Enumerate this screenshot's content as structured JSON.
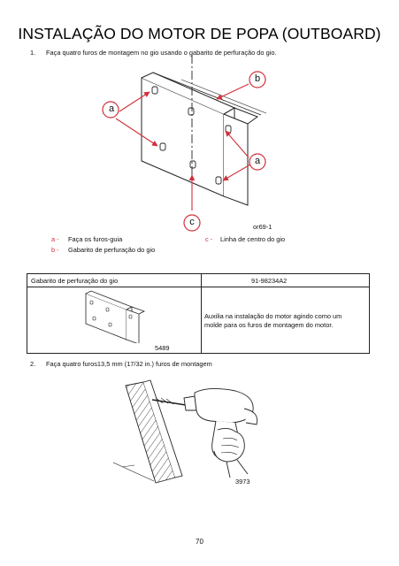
{
  "page": {
    "title": "INSTALAÇÃO DO MOTOR DE POPA (OUTBOARD)",
    "page_number": "70"
  },
  "step1": {
    "number": "1.",
    "text": "Faça quatro furos de montagem no gio usando o gabarito de perfuração do gio."
  },
  "figure1": {
    "callout_a_top": "a",
    "callout_b": "b",
    "callout_a_right": "a",
    "callout_c": "c",
    "ref_code": "or69-1"
  },
  "legend": {
    "a_key": "a -",
    "a_text": "Faça os furos-guia",
    "b_key": "b -",
    "b_text": "Gabarito de perfuração do gio",
    "c_key": "c -",
    "c_text": "Linha de centro do gio"
  },
  "tool_table": {
    "name": "Gabarito de perfuração do gio",
    "part_number": "91-98234A2",
    "description_line1": "Auxilia na instalação do motor agindo como um",
    "description_line2": "molde para os furos de montagem do motor.",
    "image_ref": "5489"
  },
  "step2": {
    "number": "2.",
    "text": "Faça quatro furos13,5 mm (17/32 in.) furos de montagem"
  },
  "figure2": {
    "ref_code": "3973"
  },
  "colors": {
    "callout": "#d0303a",
    "line": "#222222"
  }
}
